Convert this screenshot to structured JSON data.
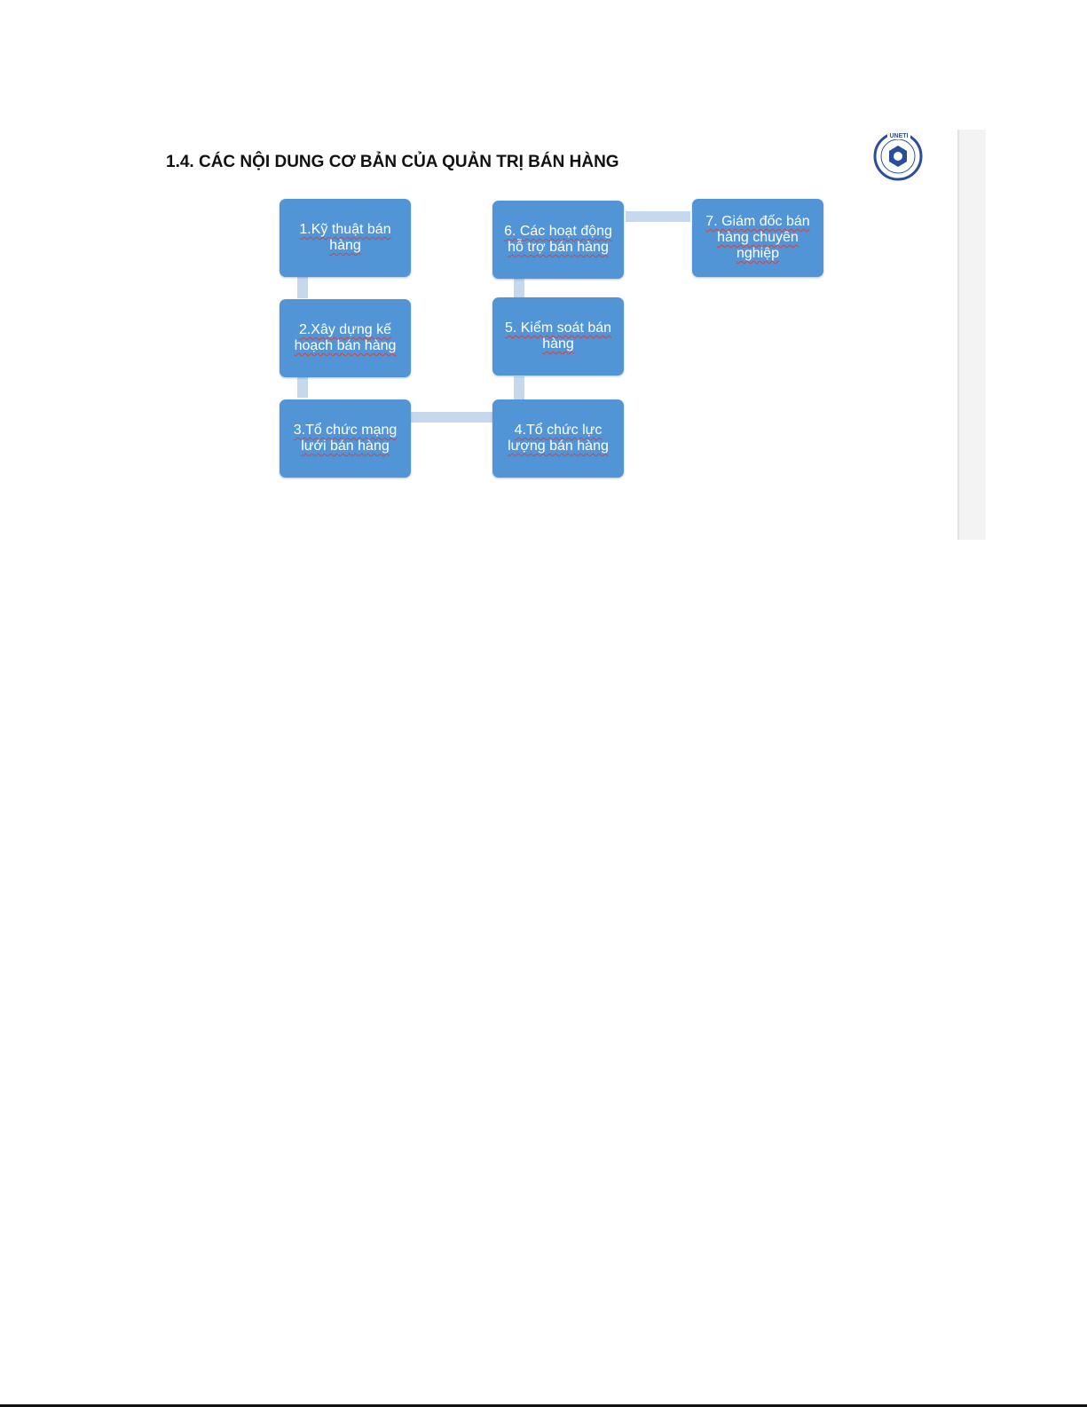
{
  "slide": {
    "title": "1.4. CÁC NỘI DUNG CƠ BẢN CỦA QUẢN TRỊ BÁN HÀNG",
    "logo_text": "UNETI"
  },
  "diagram": {
    "nodes": [
      {
        "id": "n1",
        "label": "1.Kỹ thuật bán hàng"
      },
      {
        "id": "n2",
        "label": "2.Xây dựng kế hoạch bán hàng"
      },
      {
        "id": "n3",
        "label": "3.Tổ chức mạng lưới bán hàng"
      },
      {
        "id": "n4",
        "label": "4.Tổ chức lực lượng bán hàng"
      },
      {
        "id": "n5",
        "label": "5. Kiểm soát bán hàng"
      },
      {
        "id": "n6",
        "label": "6. Các hoạt động hỗ trợ bán hàng"
      },
      {
        "id": "n7",
        "label": "7. Giám đốc bán hàng chuyên nghiệp"
      }
    ],
    "edges": [
      [
        "n1",
        "n2"
      ],
      [
        "n2",
        "n3"
      ],
      [
        "n3",
        "n4"
      ],
      [
        "n4",
        "n5"
      ],
      [
        "n5",
        "n6"
      ],
      [
        "n6",
        "n7"
      ]
    ],
    "colors": {
      "node_fill": "#5295d6",
      "connector": "#c6d8ee",
      "label": "#ffffff",
      "spell_underline": "#d64040"
    }
  }
}
